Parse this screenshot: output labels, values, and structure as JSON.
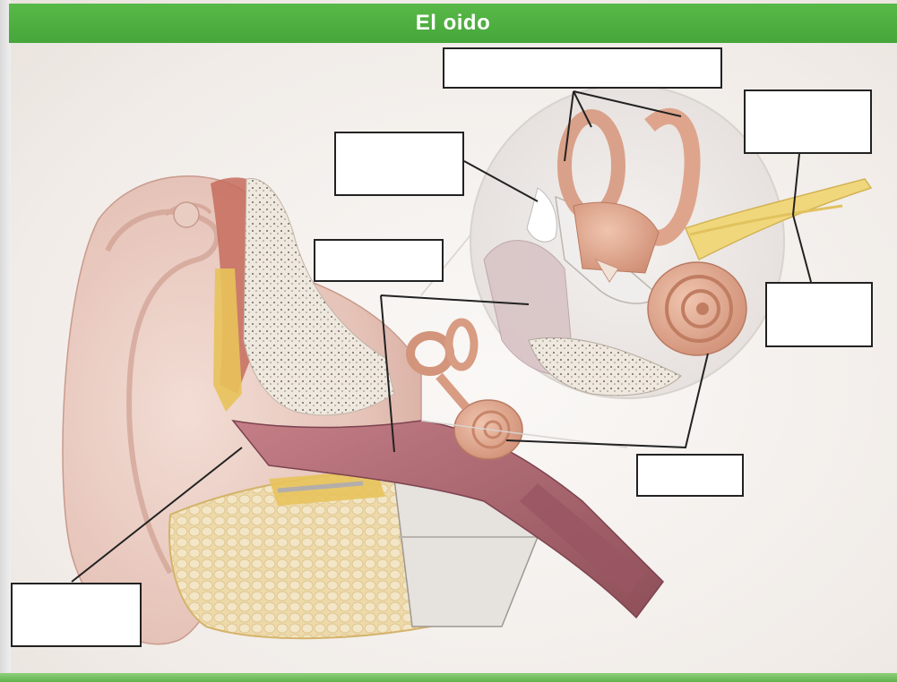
{
  "title": "El oido",
  "colors": {
    "title_bar": "#4aac3e",
    "skin": "#e8c9bf",
    "bone_yellow": "#e9c95a",
    "muscle": "#b86a5e",
    "ear_canal": "#b06a73",
    "inner_ear": "#e2a88d",
    "nerve": "#f0d77a"
  },
  "label_boxes": [
    {
      "name": "label-box-semicircular-canals",
      "text": ""
    },
    {
      "name": "label-box-auditory-nerve",
      "text": ""
    },
    {
      "name": "label-box-ossicles",
      "text": ""
    },
    {
      "name": "label-box-eardrum",
      "text": ""
    },
    {
      "name": "label-box-vestibular-nerve",
      "text": ""
    },
    {
      "name": "label-box-cochlea",
      "text": ""
    },
    {
      "name": "label-box-outer-ear",
      "text": ""
    }
  ]
}
